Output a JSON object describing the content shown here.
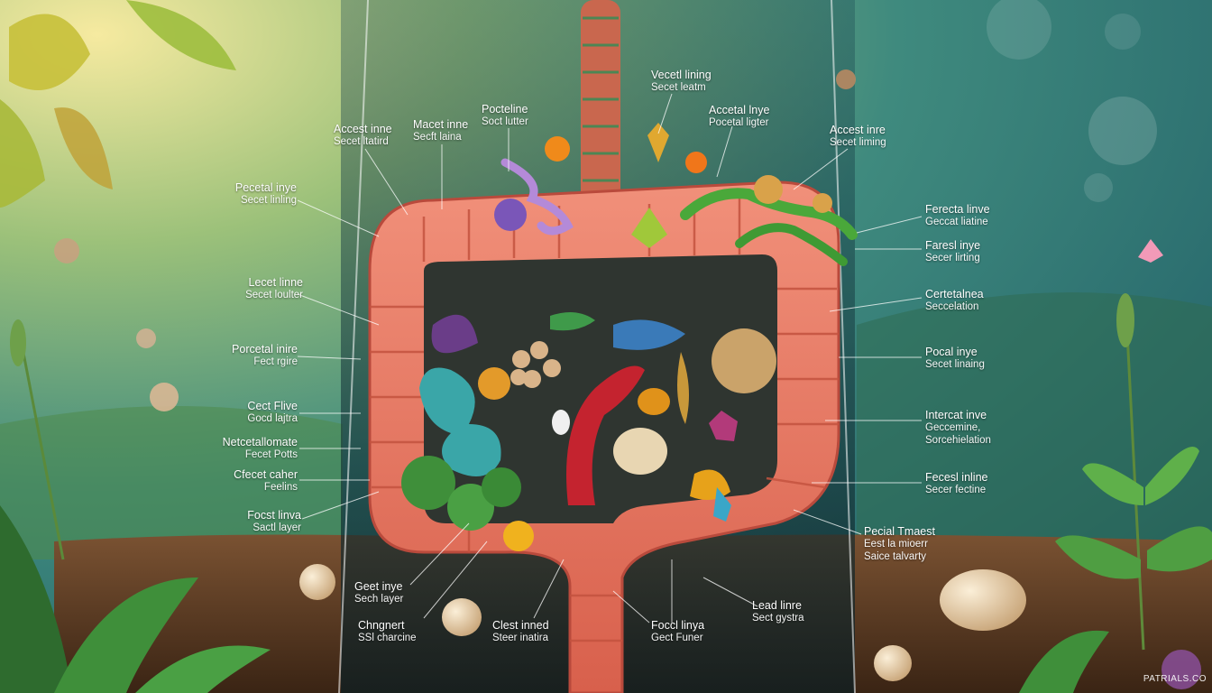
{
  "labels": {
    "t1": {
      "line1": "Vecetl lining",
      "line2": "Secet leatm"
    },
    "t2": {
      "line1": "Pocteline",
      "line2": "Soct lutter"
    },
    "t3": {
      "line1": "Macet inne",
      "line2": "Secft laina"
    },
    "t4": {
      "line1": "Accest inne",
      "line2": "Secet ltatird"
    },
    "t5": {
      "line1": "Accetal lnye",
      "line2": "Pocetal ligter"
    },
    "t6": {
      "line1": "Accest inre",
      "line2": "Secet liming"
    },
    "l1": {
      "line1": "Pecetal inye",
      "line2": "Secet linling"
    },
    "l2": {
      "line1": "Lecet linne",
      "line2": "Secet loulter"
    },
    "l3": {
      "line1": "Porcetal inire",
      "line2": "Fect rgire"
    },
    "l4": {
      "line1": "Cect Flive",
      "line2": "Gocd lajtra"
    },
    "l5": {
      "line1": "Netcetallomate",
      "line2": "Fecet Potts"
    },
    "l6": {
      "line1": "Cfecet caher",
      "line2": "Feelins"
    },
    "l7": {
      "line1": "Focst linva",
      "line2": "Sactl layer"
    },
    "r1": {
      "line1": "Ferecta linve",
      "line2": "Geccat liatine"
    },
    "r2": {
      "line1": "Faresl inye",
      "line2": "Secer lirting"
    },
    "r3": {
      "line1": "Certetalnea",
      "line2": "Seccelation"
    },
    "r4": {
      "line1": "Pocal inye",
      "line2": "Secet linaing"
    },
    "r5": {
      "line1": "Intercat inve",
      "line2": "Geccemine,",
      "line3": "Sorcehielation"
    },
    "r6": {
      "line1": "Fecesl inline",
      "line2": "Secer fectine"
    },
    "r7": {
      "line1": "Pecial Tmaest",
      "line2": "Eest la mioerr",
      "line3": "Saice talvarty"
    },
    "b1": {
      "line1": "Geet inye",
      "line2": "Sech layer"
    },
    "b2": {
      "line1": "Chngnert",
      "line2": "SSl charcine"
    },
    "b3": {
      "line1": "Clest inned",
      "line2": "Steer inatira"
    },
    "b4": {
      "line1": "Foccl linya",
      "line2": "Gect Funer"
    },
    "b5": {
      "line1": "Lead linre",
      "line2": "Sect gystra"
    }
  },
  "watermark": "PATRIALS.CO",
  "colors": {
    "sky": "#2f7f83",
    "glow": "#f4e8a0",
    "soil": "#5a3a22",
    "intestine": "#e8765e",
    "intestine_dark": "#b94a3c",
    "leaf": "#3f8f3a"
  }
}
